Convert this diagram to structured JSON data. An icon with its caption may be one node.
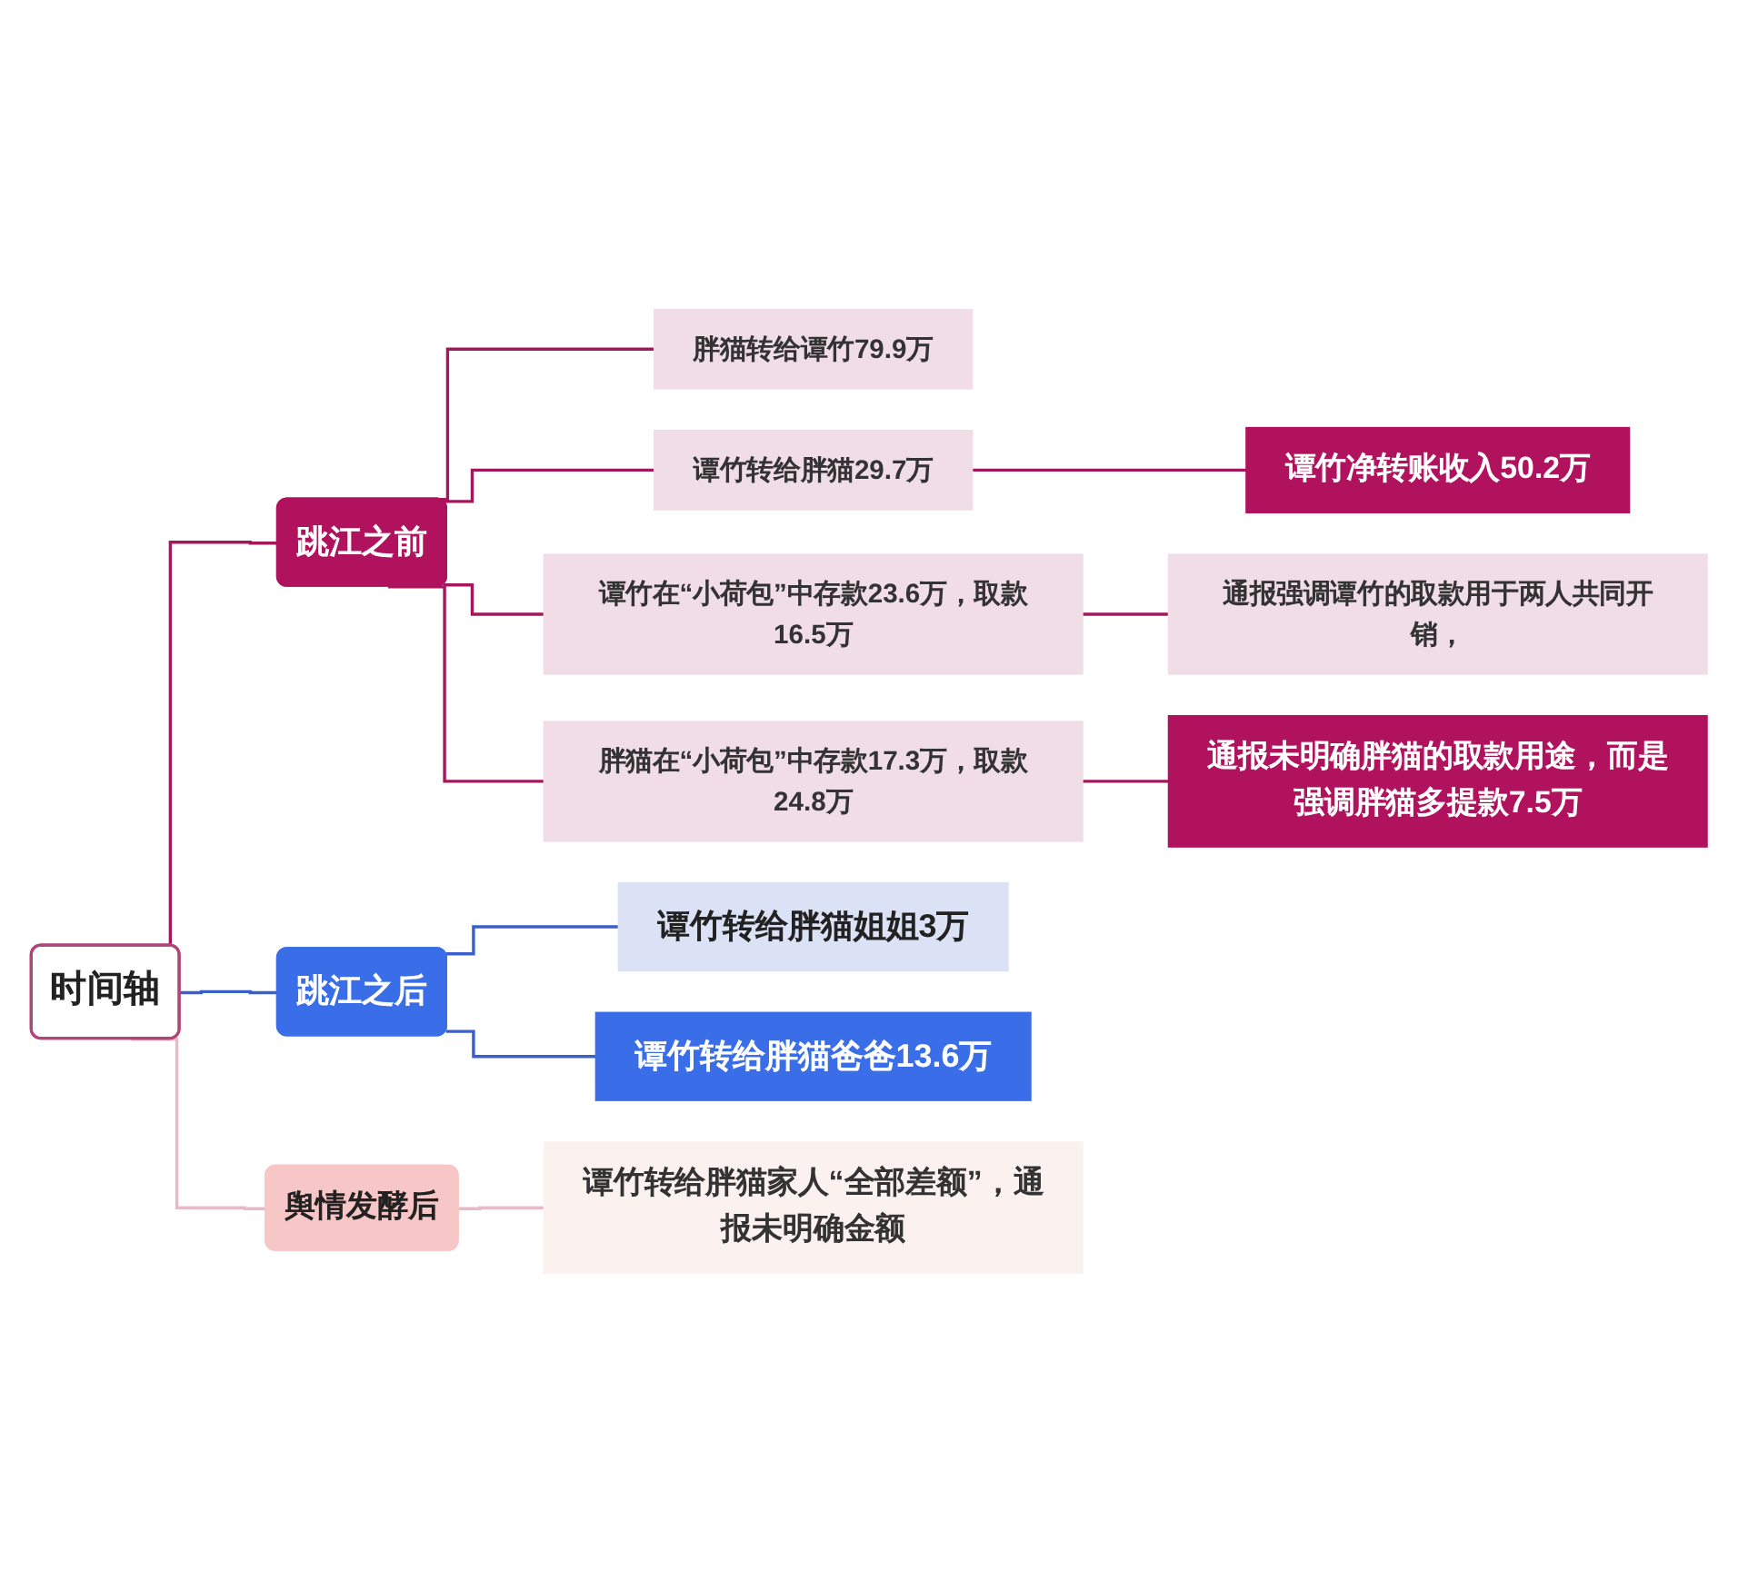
{
  "diagram": {
    "nodes": [
      {
        "text": [
          "时间轴"
        ]
      },
      {
        "text": [
          "跳江之前"
        ]
      },
      {
        "text": [
          "胖猫转给谭竹79.9万"
        ]
      },
      {
        "text": [
          "谭竹转给胖猫29.7万"
        ]
      },
      {
        "text": [
          "谭竹净转账收入50.2万"
        ]
      },
      {
        "text": [
          "谭竹在“小荷包”中存款23.6万，取款16.5万"
        ]
      },
      {
        "text": [
          "通报强调谭竹的取款用于两人共同开销，"
        ]
      },
      {
        "text": [
          "胖猫在“小荷包”中存款17.3万，取款24.8万"
        ]
      },
      {
        "text": [
          "通报未明确胖猫的取款用途，而是强调胖猫多提款7.5万"
        ]
      },
      {
        "text": [
          "跳江之后"
        ]
      },
      {
        "text": [
          "谭竹转给胖猫姐姐3万"
        ]
      },
      {
        "text": [
          "谭竹转给胖猫爸爸13.6万"
        ]
      },
      {
        "text": [
          "舆情发酵后"
        ]
      },
      {
        "text": [
          "谭竹转给胖猫家人“全部差额”，通报未明确金额"
        ]
      }
    ],
    "edges": [
      {
        "from": 0,
        "to": 1,
        "arrow": "none"
      },
      {
        "from": 1,
        "to": 2,
        "arrow": "none"
      },
      {
        "from": 1,
        "to": 3,
        "arrow": "none"
      },
      {
        "from": 3,
        "to": 4,
        "arrow": "none"
      },
      {
        "from": 1,
        "to": 5,
        "arrow": "none"
      },
      {
        "from": 5,
        "to": 6,
        "arrow": "none"
      },
      {
        "from": 1,
        "to": 7,
        "arrow": "none"
      },
      {
        "from": 7,
        "to": 8,
        "arrow": "none"
      },
      {
        "from": 0,
        "to": 9,
        "arrow": "none",
        "color": "#3a5fc8"
      },
      {
        "from": 9,
        "to": 10,
        "arrow": "none",
        "color": "#3a5fc8"
      },
      {
        "from": 9,
        "to": 11,
        "arrow": "none",
        "color": "#3a5fc8"
      },
      {
        "from": 0,
        "to": 12,
        "arrow": "none",
        "color": "#eab9c9"
      },
      {
        "from": 12,
        "to": 13,
        "arrow": "none",
        "color": "#eab9c9"
      }
    ]
  }
}
